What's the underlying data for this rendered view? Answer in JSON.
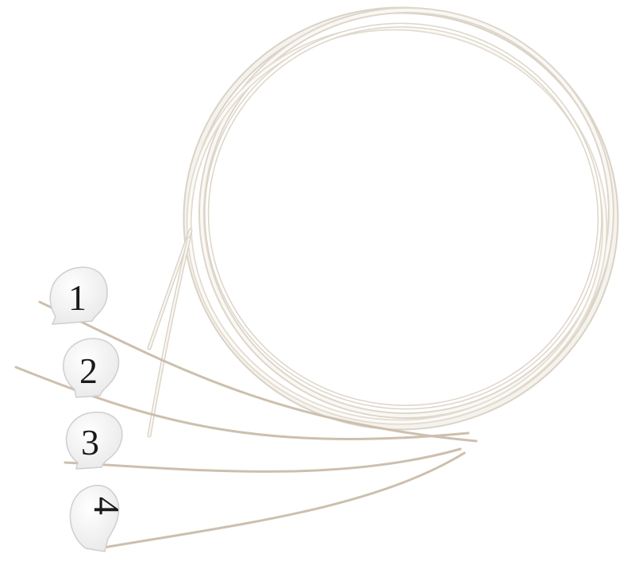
{
  "image": {
    "subject": "four-strings-coiled-set",
    "background_color": "#ffffff",
    "string_color": "#f4f1ec",
    "string_shadow_color": "#d9d2c6",
    "tag_color": "#f7f7f7",
    "tag_edge_color": "#cfcfcf"
  },
  "tags": [
    {
      "label": "1"
    },
    {
      "label": "2"
    },
    {
      "label": "3"
    },
    {
      "label": "4"
    }
  ]
}
